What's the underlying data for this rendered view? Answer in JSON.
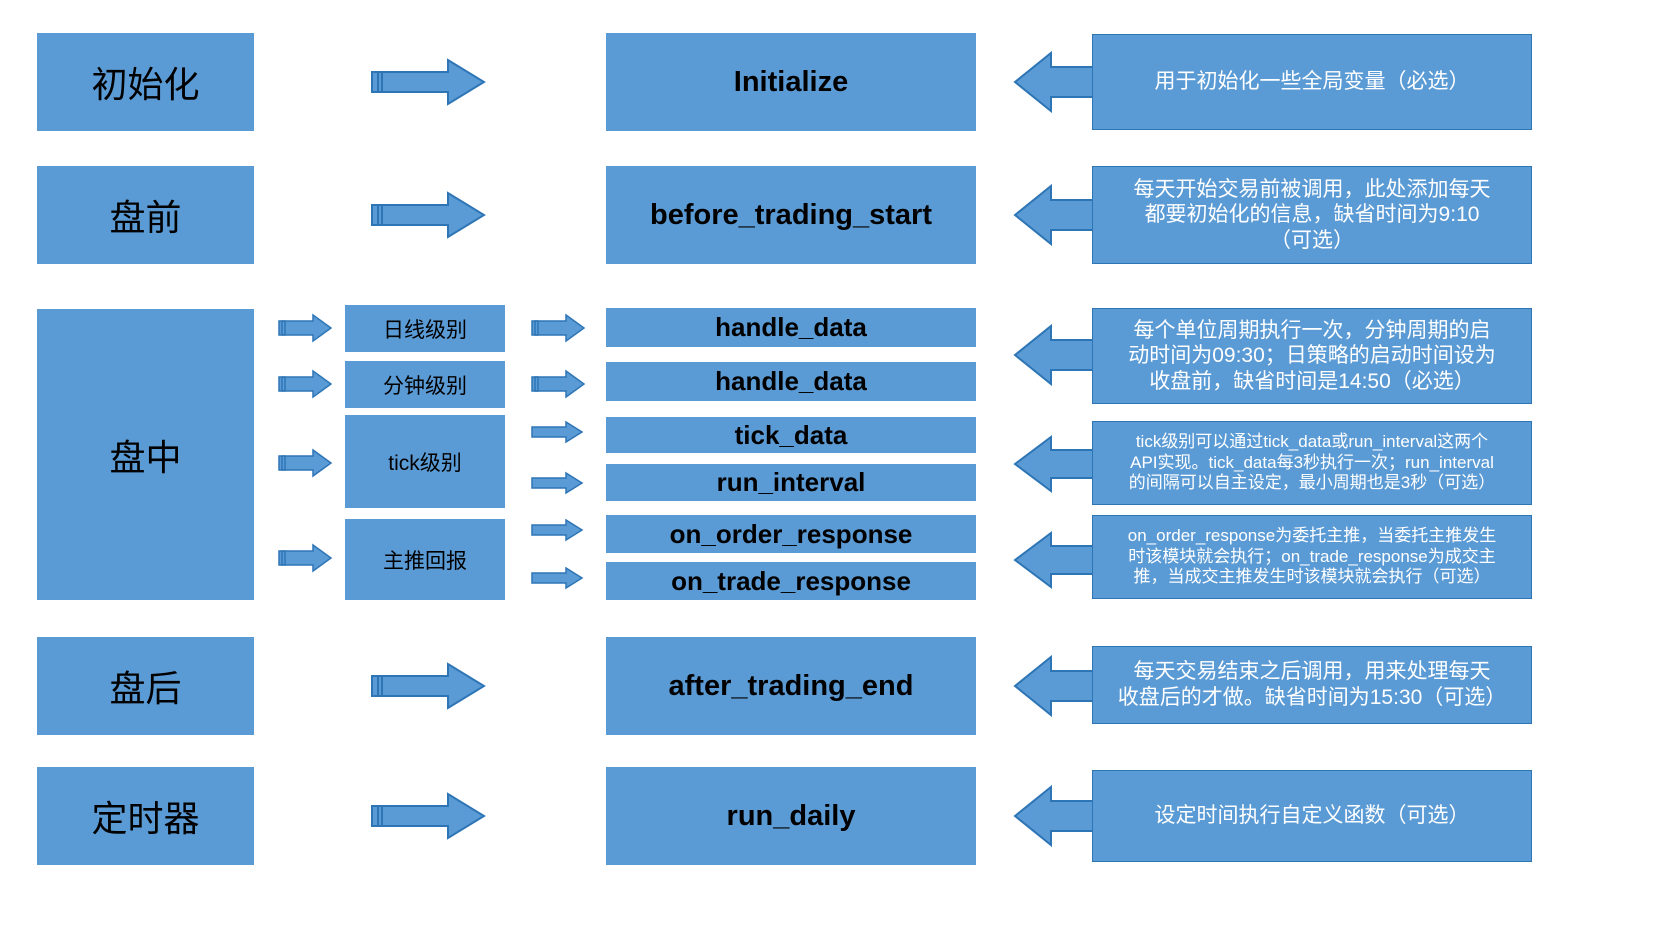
{
  "meta": {
    "title": "策略框架流程图",
    "colors": {
      "box_fill": "#5B9BD5",
      "box_border": "#2E75B6",
      "note_text": "#FFFFFF",
      "box_text": "#000000",
      "background": "#FFFFFF"
    }
  },
  "rows": [
    {
      "id": "init",
      "stage_label": "初始化",
      "api_label": "Initialize",
      "note_lines": [
        "用于初始化一些全局变量（必选）"
      ]
    },
    {
      "id": "before_trading",
      "stage_label": "盘前",
      "api_label": "before_trading_start",
      "note_lines": [
        "每天开始交易前被调用，此处添加每天",
        "都要初始化的信息，缺省时间为9:10",
        "（可选）"
      ]
    },
    {
      "id": "in_trading",
      "stage_label": "盘中",
      "sub_items": [
        {
          "label": "日线级别"
        },
        {
          "label": "分钟级别"
        },
        {
          "label": "tick级别"
        },
        {
          "label": "主推回报"
        }
      ],
      "api_labels": [
        "handle_data",
        "handle_data",
        "tick_data",
        "run_interval",
        "on_order_response",
        "on_trade_response"
      ],
      "notes": [
        {
          "id": "note-handle-data",
          "lines": [
            "每个单位周期执行一次，分钟周期的启",
            "动时间为09:30；日策略的启动时间设为",
            "收盘前，缺省时间是14:50（必选）"
          ]
        },
        {
          "id": "note-tick",
          "lines": [
            "tick级别可以通过tick_data或run_interval这两个",
            "API实现。tick_data每3秒执行一次；run_interval",
            "的间隔可以自主设定，最小周期也是3秒（可选）"
          ]
        },
        {
          "id": "note-response",
          "lines": [
            "on_order_response为委托主推，当委托主推发生",
            "时该模块就会执行；on_trade_response为成交主",
            "推，当成交主推发生时该模块就会执行（可选）"
          ]
        }
      ]
    },
    {
      "id": "after_trading",
      "stage_label": "盘后",
      "api_label": "after_trading_end",
      "note_lines": [
        "每天交易结束之后调用，用来处理每天",
        "收盘后的才做。缺省时间为15:30（可选）"
      ]
    },
    {
      "id": "timer",
      "stage_label": "定时器",
      "api_label": "run_daily",
      "note_lines": [
        "设定时间执行自定义函数（可选）"
      ]
    }
  ],
  "icons": {
    "arrow_right": "right-block-arrow",
    "arrow_left": "left-block-arrow"
  }
}
